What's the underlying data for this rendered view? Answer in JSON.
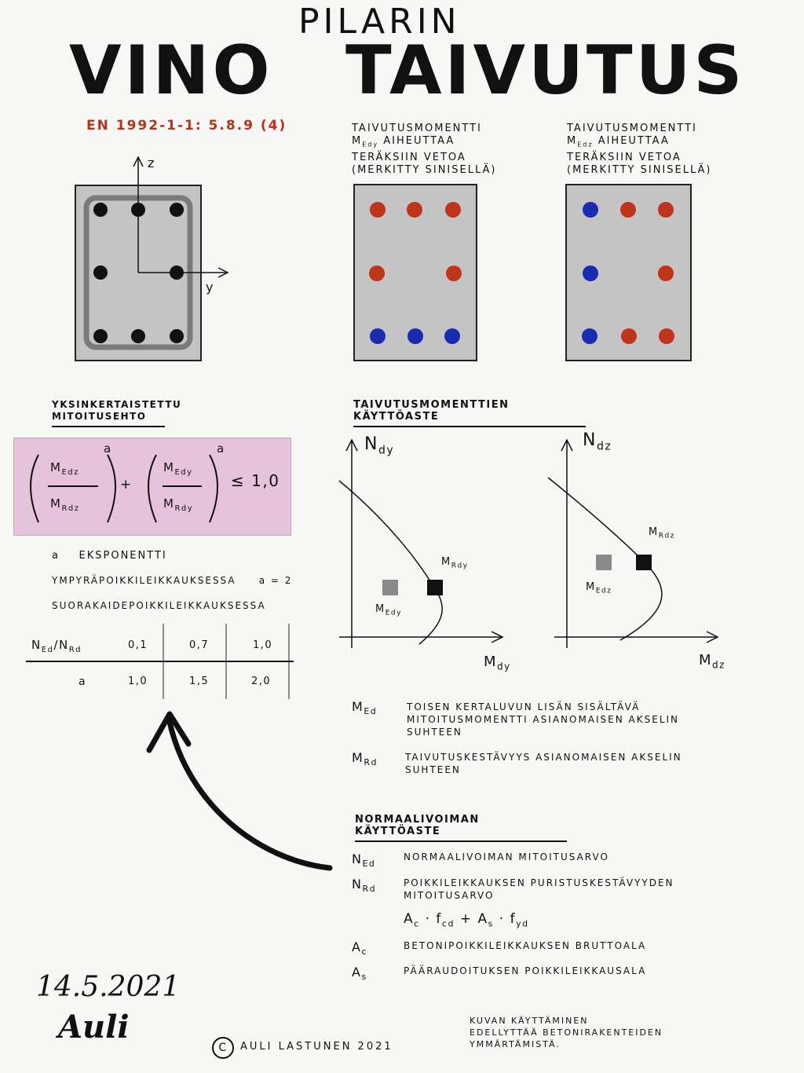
{
  "title": {
    "pilarin": "PILARIN",
    "vino": "VINO",
    "taivutus": "TAIVUTUS"
  },
  "reference": "EN 1992-1-1: 5.8.9 (4)",
  "sections": {
    "section_a": {
      "line1": "TAIVUTUSMOMENTTI",
      "line2": "M",
      "line2_sub": "Edy",
      "line2_rest": " AIHEUTTAA",
      "line3": "TERÄKSIIN VETOA",
      "line4": "(MERKITTY SINISELLÄ)"
    },
    "section_b": {
      "line1": "TAIVUTUSMOMENTTI",
      "line2": "M",
      "line2_sub": "Edz",
      "line2_rest": " AIHEUTTAA",
      "line3": "TERÄKSIIN VETOA",
      "line4": "(MERKITTY SINISELLÄ)"
    }
  },
  "axes_labels": {
    "z": "z",
    "y": "y"
  },
  "simplified": {
    "heading_line1": "YKSINKERTAISTETTU",
    "heading_line2": "MITOITUSEHTO",
    "num1": "M",
    "num1_sub": "Edz",
    "den1": "M",
    "den1_sub": "Rdz",
    "num2": "M",
    "num2_sub": "Edy",
    "den2": "M",
    "den2_sub": "Rdy",
    "exp": "a",
    "plus": "+",
    "rhs": "≤ 1,0"
  },
  "exponent": {
    "line1_a": "a",
    "line1_text": "EKSPONENTTI",
    "line2": "YMPYRÄPOIKKILEIKKAUKSESSA",
    "line2_val": "a = 2",
    "line3": "SUORAKAIDEPOIKKILEIKKAUKSESSA"
  },
  "table": {
    "header_label": "N",
    "header_sub1": "Ed",
    "header_slash": "/N",
    "header_sub2": "Rd",
    "header_vals": [
      "0,1",
      "0,7",
      "1,0"
    ],
    "row_label": "a",
    "row_vals": [
      "1,0",
      "1,5",
      "2,0"
    ]
  },
  "utilization": {
    "heading": "TAIVUTUSMOMENTTIEN   KÄYTTÖASTE",
    "chart1": {
      "y_axis": "N",
      "y_sub": "dy",
      "x_axis": "M",
      "x_sub": "dy",
      "point_design": "M",
      "point_design_sub": "Edy",
      "point_resist": "M",
      "point_resist_sub": "Rdy"
    },
    "chart2": {
      "y_axis": "N",
      "y_sub": "dz",
      "x_axis": "M",
      "x_sub": "dz",
      "point_design": "M",
      "point_design_sub": "Edz",
      "point_resist": "M",
      "point_resist_sub": "Rdz"
    }
  },
  "definitions_m": [
    {
      "sym": "M",
      "sub": "Ed",
      "text1": "TOISEN  KERTALUVUN  LISÄN  SISÄLTÄVÄ",
      "text2": "MITOITUSMOMENTTI  ASIANOMAISEN  AKSELIN",
      "text3": "SUHTEEN"
    },
    {
      "sym": "M",
      "sub": "Rd",
      "text1": "TAIVUTUSKESTÄVYYS  ASIANOMAISEN  AKSELIN",
      "text2": "SUHTEEN",
      "text3": ""
    }
  ],
  "normal": {
    "heading": "NORMAALIVOIMAN   KÄYTTÖASTE",
    "items": [
      {
        "sym": "N",
        "sub": "Ed",
        "text1": "NORMAALIVOIMAN  MITOITUSARVO",
        "text2": ""
      },
      {
        "sym": "N",
        "sub": "Rd",
        "text1": "POIKKILEIKKAUKSEN  PURISTUSKESTÄVYYDEN",
        "text2": "MITOITUSARVO"
      }
    ],
    "formula": "A",
    "formula_sub1": "c",
    "formula_mid": " · f",
    "formula_sub2": "cd",
    "formula_plus": " + A",
    "formula_sub3": "s",
    "formula_mid2": " · f",
    "formula_sub4": "yd",
    "items2": [
      {
        "sym": "A",
        "sub": "c",
        "text1": "BETONIPOIKKILEIKKAUKSEN  BRUTTOALA"
      },
      {
        "sym": "A",
        "sub": "s",
        "text1": "PÄÄRAUDOITUKSEN  POIKKILEIKKAUSALA"
      }
    ]
  },
  "footer": {
    "date": "14.5.2021",
    "signature": "Auli",
    "copyright_symbol": "C",
    "copyright": "AULI  LASTUNEN   2021",
    "note1": "KUVAN  KÄYTTÄMINEN",
    "note2": "EDELLYTTÄÄ  BETONIRAKENTEIDEN",
    "note3": "YMMÄRTÄMISTÄ."
  },
  "colors": {
    "concrete": "#c4c4c4",
    "compression": "#c0341b",
    "tension": "#1a2bb0",
    "rebar": "#111111",
    "formula_bg": "#e6c3dd",
    "reference": "#b5341a"
  }
}
